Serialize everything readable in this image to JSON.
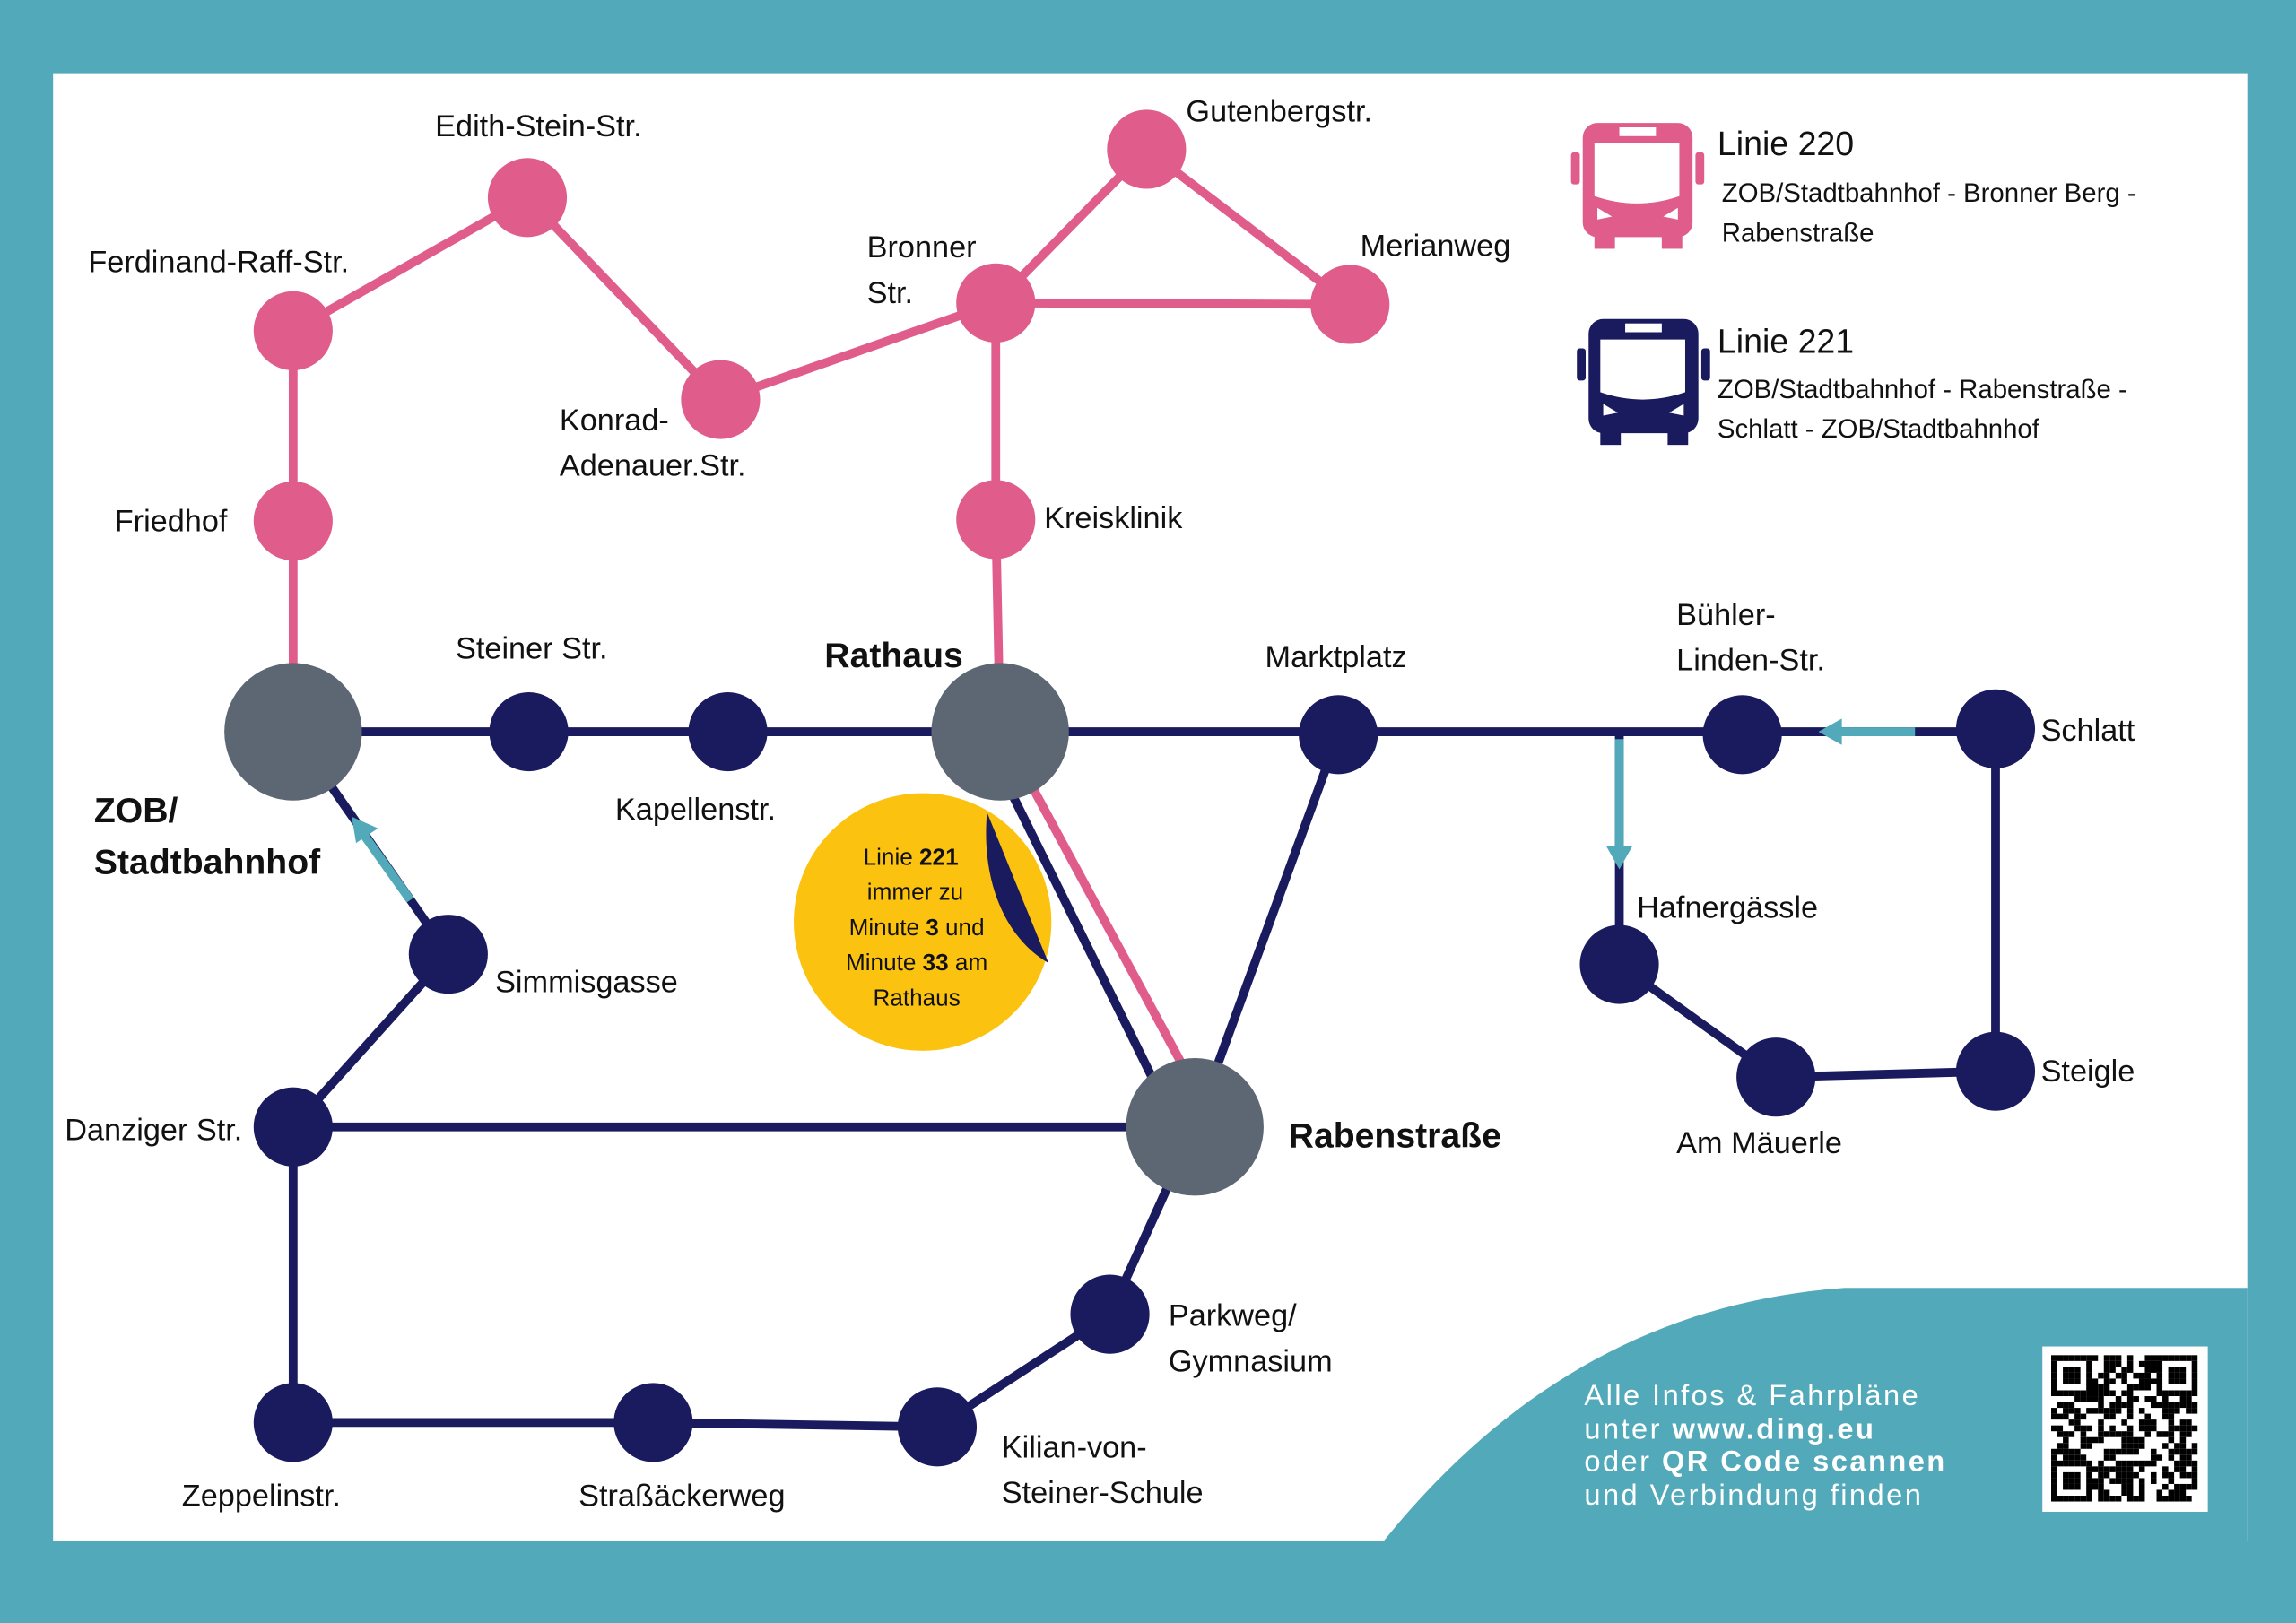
{
  "colors": {
    "frame": "#52a9b9",
    "line_220": "#e05c8a",
    "line_221": "#1a1a5e",
    "hub": "#5d6673",
    "direction_arrow": "#52a9b9",
    "notice_bubble": "#fbc30f"
  },
  "legend": {
    "line_220": {
      "icon": "bus-icon",
      "title": "Linie 220",
      "route_1": "ZOB/Stadtbahnhof - Bronner Berg -",
      "route_2": "Rabenstraße"
    },
    "line_221": {
      "icon": "bus-icon",
      "title": "Linie 221",
      "route_1": "ZOB/Stadtbahnhof - Rabenstraße -",
      "route_2": "Schlatt - ZOB/Stadtbahnhof"
    }
  },
  "stations": {
    "edith_stein": "Edith-Stein-Str.",
    "ferdinand_raff": "Ferdinand-Raff-Str.",
    "gutenberg": "Gutenbergstr.",
    "merianweg": "Merianweg",
    "bronner": [
      "Bronner",
      "Str."
    ],
    "konrad_adenauer": [
      "Konrad-",
      "Adenauer.Str."
    ],
    "kreisklinik": "Kreisklinik",
    "friedhof": "Friedhof",
    "steiner": "Steiner Str.",
    "rathaus": "Rathaus",
    "marktplatz": "Marktplatz",
    "buehler_linden": [
      "Bühler-",
      "Linden-Str."
    ],
    "schlatt": "Schlatt",
    "zob": [
      "ZOB/",
      "Stadtbahnhof"
    ],
    "kapellenstr": "Kapellenstr.",
    "hafnergaessle": "Hafnergässle",
    "simmisgasse": "Simmisgasse",
    "steigle": "Steigle",
    "danziger": "Danziger Str.",
    "rabenstrasse": "Rabenstraße",
    "am_maeuerle": "Am Mäuerle",
    "parkweg": [
      "Parkweg/",
      "Gymnasium"
    ],
    "kilian": [
      "Kilian-von-",
      "Steiner-Schule"
    ],
    "zeppelin": "Zeppelinstr.",
    "strassaecker": "Straßäckerweg"
  },
  "notice": {
    "l1a": "Linie ",
    "l1b": "221",
    "l2": "immer zu",
    "l3a": "Minute ",
    "l3b": "3",
    "l3c": " und",
    "l4a": "Minute ",
    "l4b": "33",
    "l4c": " am",
    "l5": "Rathaus"
  },
  "info": {
    "l1": "Alle Infos & Fahrpläne",
    "l2a": "unter ",
    "l2b": "www.ding.eu",
    "l3a": "oder ",
    "l3b": "QR Code scannen",
    "l4": "und Verbindung finden",
    "qr_icon": "qr-code-icon"
  }
}
